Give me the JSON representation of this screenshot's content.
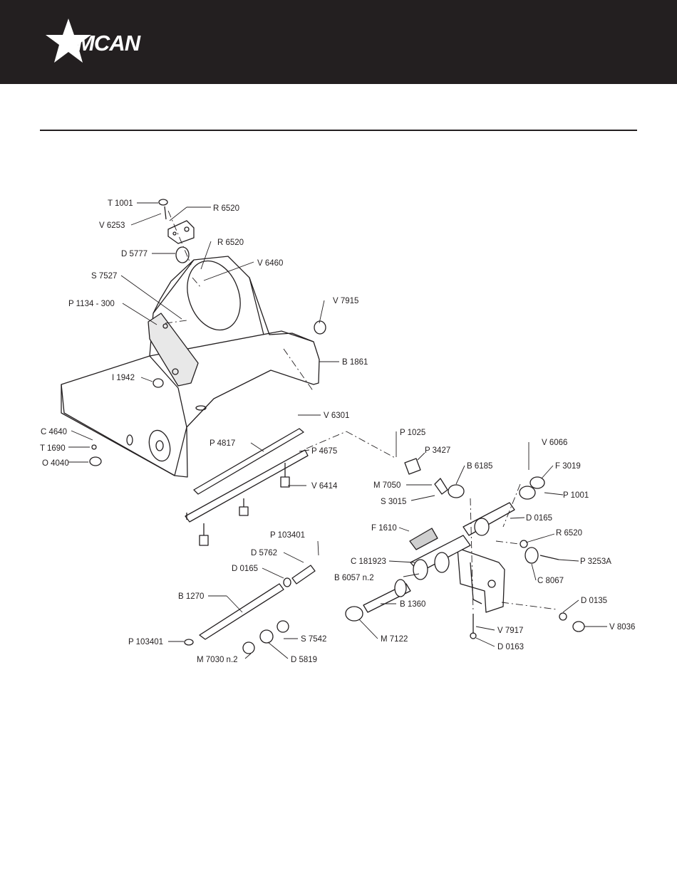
{
  "brand": {
    "name": "OMCAN",
    "color": "#231f20"
  },
  "parts": [
    {
      "id": "t1001",
      "code": "T 1001"
    },
    {
      "id": "r6520a",
      "code": "R 6520"
    },
    {
      "id": "v6253",
      "code": "V 6253"
    },
    {
      "id": "r6520b",
      "code": "R 6520"
    },
    {
      "id": "d5777",
      "code": "D 5777"
    },
    {
      "id": "v6460",
      "code": "V 6460"
    },
    {
      "id": "s7527",
      "code": "S 7527"
    },
    {
      "id": "v7915",
      "code": "V 7915"
    },
    {
      "id": "p1134",
      "code": "P 1134 -  300"
    },
    {
      "id": "b1861",
      "code": "B 1861"
    },
    {
      "id": "i1942",
      "code": "I 1942"
    },
    {
      "id": "v6301",
      "code": "V 6301"
    },
    {
      "id": "c4640",
      "code": "C 4640"
    },
    {
      "id": "p1025",
      "code": "P 1025"
    },
    {
      "id": "v6066",
      "code": "V 6066"
    },
    {
      "id": "p4817",
      "code": "P 4817"
    },
    {
      "id": "p3427",
      "code": "P 3427"
    },
    {
      "id": "t1690",
      "code": "T 1690"
    },
    {
      "id": "p4675",
      "code": "P 4675"
    },
    {
      "id": "f3019",
      "code": "F 3019"
    },
    {
      "id": "b6185",
      "code": "B 6185"
    },
    {
      "id": "o4040",
      "code": "O 4040"
    },
    {
      "id": "m7050",
      "code": "M 7050"
    },
    {
      "id": "v6414",
      "code": "V 6414"
    },
    {
      "id": "p1001",
      "code": "P 1001"
    },
    {
      "id": "s3015",
      "code": "S 3015"
    },
    {
      "id": "d0165a",
      "code": "D 0165"
    },
    {
      "id": "f1610",
      "code": "F 1610"
    },
    {
      "id": "p103401a",
      "code": "P 103401"
    },
    {
      "id": "r6520c",
      "code": "R 6520"
    },
    {
      "id": "d5762",
      "code": "D 5762"
    },
    {
      "id": "c181923",
      "code": "C 181923"
    },
    {
      "id": "p3253a",
      "code": "P 3253A"
    },
    {
      "id": "d0165b",
      "code": "D 0165"
    },
    {
      "id": "b6057",
      "code": "B 6057  n.2"
    },
    {
      "id": "c8067",
      "code": "C 8067"
    },
    {
      "id": "b1270",
      "code": "B 1270"
    },
    {
      "id": "b1360",
      "code": "B 1360"
    },
    {
      "id": "d0135",
      "code": "D 0135"
    },
    {
      "id": "v8036",
      "code": "V 8036"
    },
    {
      "id": "v7917",
      "code": "V 7917"
    },
    {
      "id": "m7122",
      "code": "M 7122"
    },
    {
      "id": "s7542",
      "code": "S 7542"
    },
    {
      "id": "p103401b",
      "code": "P 103401"
    },
    {
      "id": "d0163",
      "code": "D 0163"
    },
    {
      "id": "m7030",
      "code": "M 7030  n.2"
    },
    {
      "id": "d5819",
      "code": "D 5819"
    }
  ]
}
